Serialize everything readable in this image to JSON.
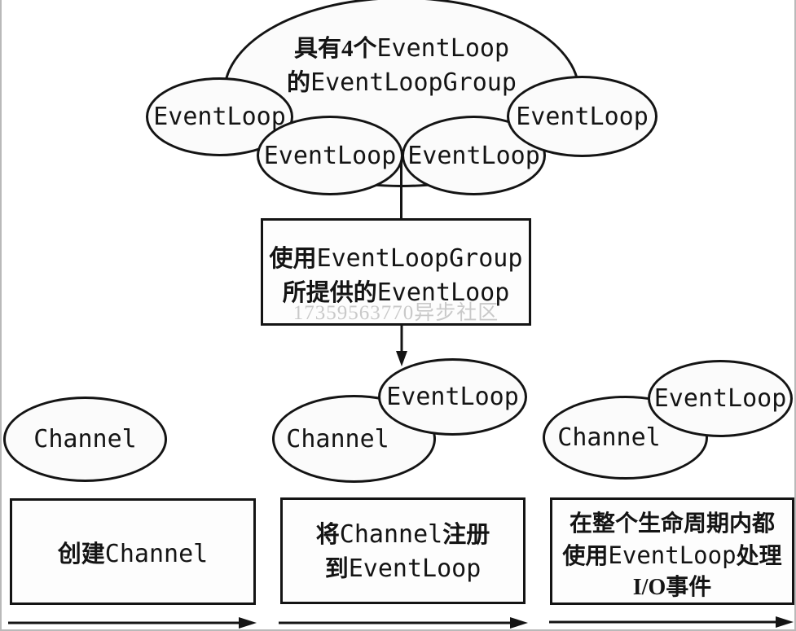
{
  "diagram": {
    "group": {
      "title": {
        "l1a": "具有4个",
        "l1b": "EventLoop",
        "l2a": "的",
        "l2b": "EventLoopGroup"
      },
      "eventloops": [
        "EventLoop",
        "EventLoop",
        "EventLoop",
        "EventLoop"
      ]
    },
    "provider_box": {
      "l1a": "使用",
      "l1b": "EventLoopGroup",
      "l2a": "所提供的",
      "l2b": "EventLoop"
    },
    "watermark": "17359563770异步社区",
    "clusters": {
      "left": {
        "channel": "Channel"
      },
      "middle": {
        "channel": "Channel",
        "eventloop": "EventLoop"
      },
      "right": {
        "channel": "Channel",
        "eventloop": "EventLoop"
      }
    },
    "steps": [
      {
        "l1a": "创建",
        "l1b": "Channel"
      },
      {
        "l1a": "将",
        "l1b": "Channel",
        "l1c": "注册",
        "l2a": "到",
        "l2b": "EventLoop"
      },
      {
        "l1": "在整个生命周期内都",
        "l2a": "使用",
        "l2b": "EventLoop",
        "l2c": "处理",
        "l3": "I/O事件"
      }
    ],
    "colors": {
      "stroke": "#141414",
      "shape_fill": "#fbfbfb",
      "watermark": "#c9c9c9",
      "frame": "#b9b9b9",
      "background": "#ffffff"
    }
  }
}
